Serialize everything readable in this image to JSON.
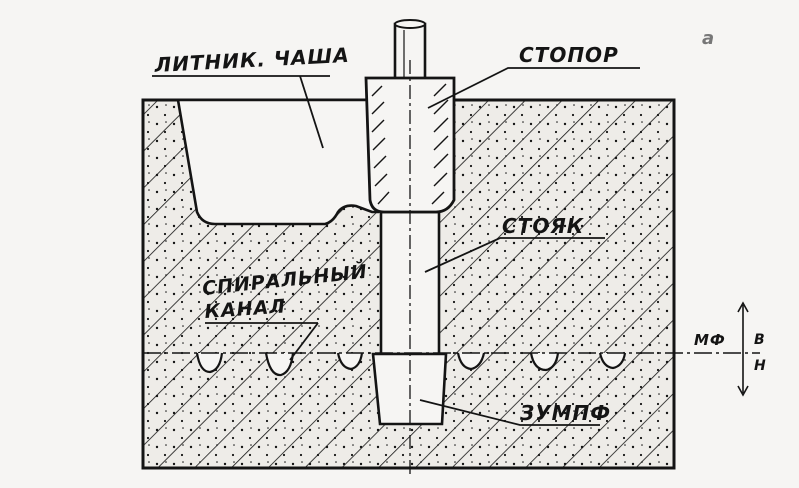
{
  "labels": {
    "cup": "ЛИТНИК. ЧАША",
    "stopper": "СТОПОР",
    "sprue": "СТОЯК",
    "spiral_1": "СПИРАЛЬНЫЙ",
    "spiral_2": "КАНАЛ",
    "sump": "ЗУМПФ",
    "parting_line": "МФ",
    "top_half": "В",
    "bottom_half": "Н",
    "corner_mark": "а"
  },
  "colors": {
    "ink": "#141414",
    "paper": "#f6f5f3",
    "sand": "#eeece8"
  }
}
